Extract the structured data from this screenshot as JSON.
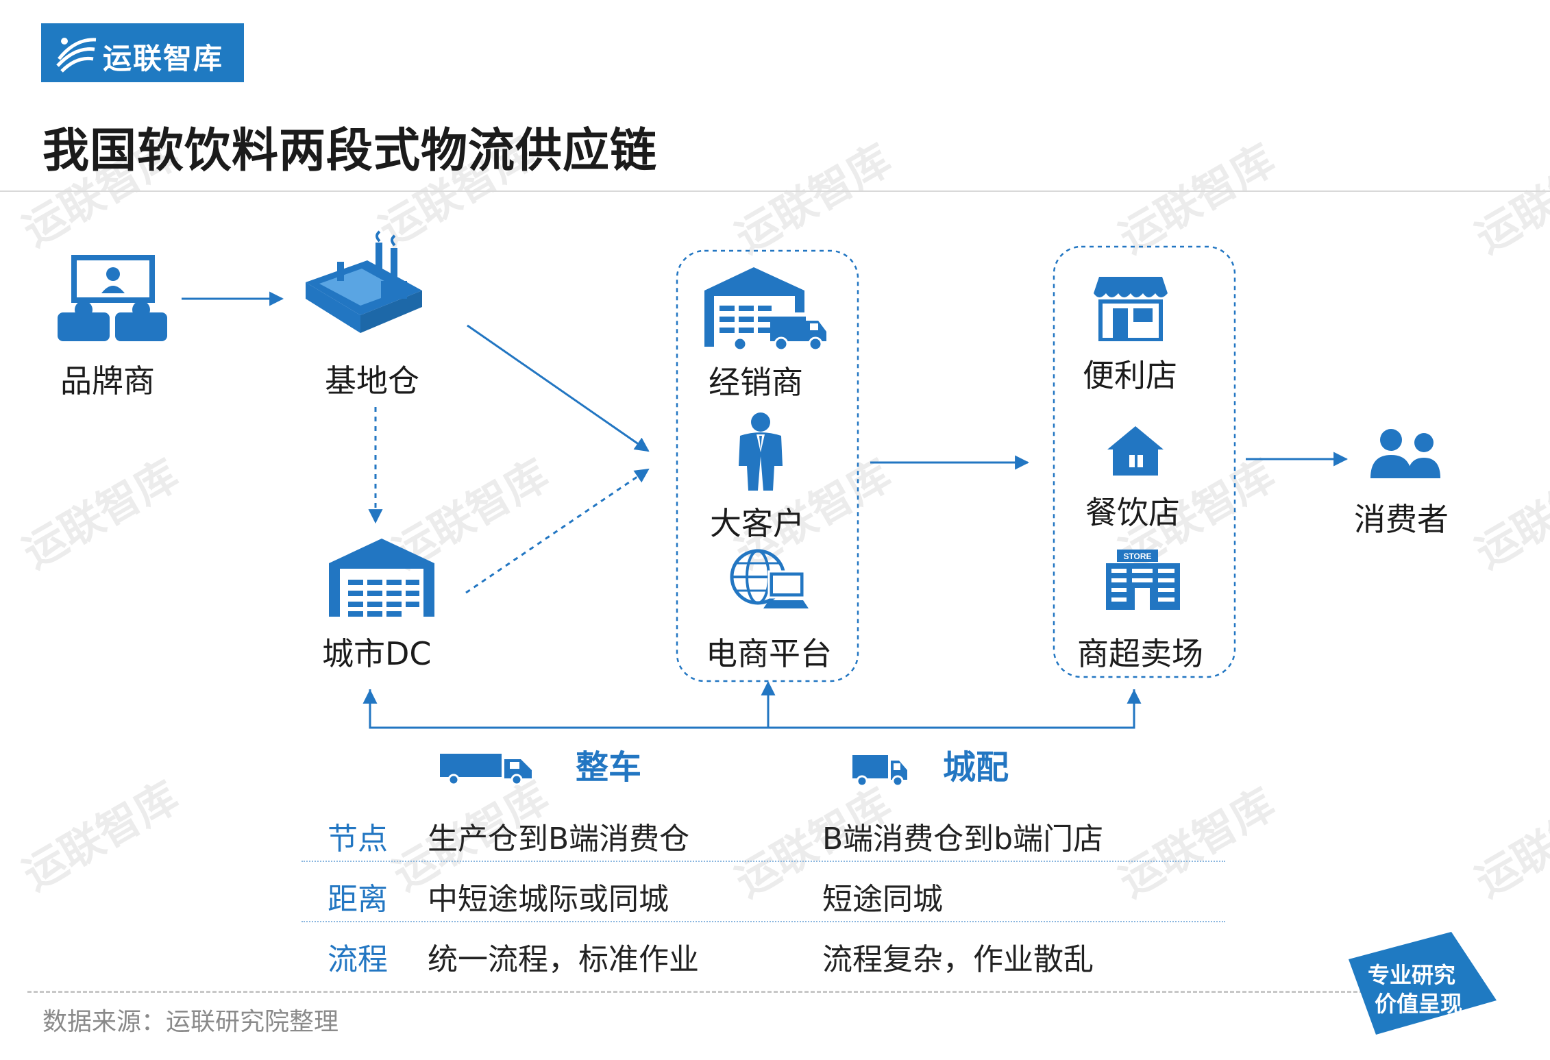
{
  "brand": {
    "name": "运联智库"
  },
  "title": "我国软饮料两段式物流供应链",
  "nodes": {
    "brand_owner": "品牌商",
    "base_warehouse": "基地仓",
    "city_dc": "城市DC",
    "distributor": "经销商",
    "key_account": "大客户",
    "ecommerce": "电商平台",
    "convenience_store": "便利店",
    "restaurant": "餐饮店",
    "supermarket": "商超卖场",
    "consumer": "消费者"
  },
  "store_sign": "STORE",
  "modes": {
    "ftl": "整车",
    "city": "城配"
  },
  "table": {
    "rows": [
      {
        "header": "节点",
        "ftl": "生产仓到B端消费仓",
        "city": "B端消费仓到b端门店"
      },
      {
        "header": "距离",
        "ftl": "中短途城际或同城",
        "city": "短途同城"
      },
      {
        "header": "流程",
        "ftl": "统一流程，标准作业",
        "city": "流程复杂，作业散乱"
      }
    ]
  },
  "source": "数据来源：运联研究院整理",
  "badge": {
    "line1": "专业研究",
    "line2": "价值呈现"
  },
  "colors": {
    "accent": "#1f7ac2",
    "text": "#1b1b1b",
    "muted": "#8a8a8a"
  },
  "icons": [
    "brand-owner-icon",
    "factory-icon",
    "warehouse-icon",
    "distributor-truck-icon",
    "businessman-icon",
    "globe-computer-icon",
    "shop-icon",
    "house-icon",
    "store-building-icon",
    "consumers-icon",
    "truck-icon"
  ]
}
